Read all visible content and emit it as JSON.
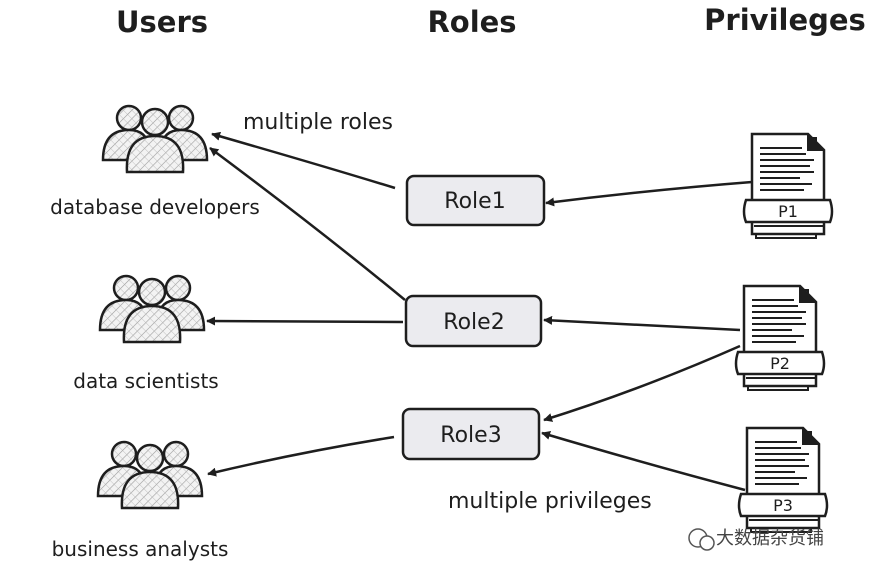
{
  "headers": {
    "users": "Users",
    "roles": "Roles",
    "privileges": "Privileges"
  },
  "users": [
    {
      "label": "database developers"
    },
    {
      "label": "data scientists"
    },
    {
      "label": "business analysts"
    }
  ],
  "roles": [
    {
      "label": "Role1"
    },
    {
      "label": "Role2"
    },
    {
      "label": "Role3"
    }
  ],
  "privileges": [
    {
      "label": "P1"
    },
    {
      "label": "P2"
    },
    {
      "label": "P3"
    }
  ],
  "annotations": {
    "multiple_roles": "multiple roles",
    "multiple_privileges": "multiple privileges"
  },
  "watermark": "大数据杂货铺",
  "colors": {
    "role_fill": "#ebebef",
    "stroke": "#1e1e1e",
    "hatch": "#9a9a9a"
  }
}
